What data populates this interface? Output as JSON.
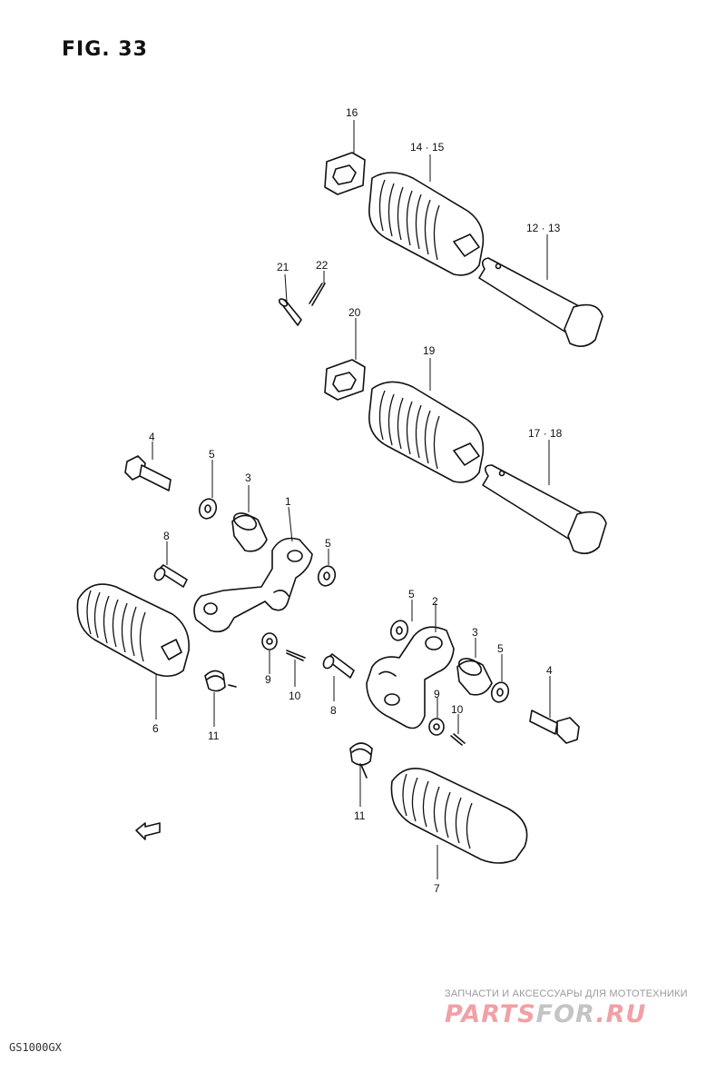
{
  "figure": {
    "title": "FIG. 33"
  },
  "callouts": {
    "c16": "16",
    "c14_15": "14 · 15",
    "c12_13": "12 · 13",
    "c21": "21",
    "c22": "22",
    "c20": "20",
    "c19": "19",
    "c17_18": "17 · 18",
    "c4a": "4",
    "c5a": "5",
    "c3a": "3",
    "c1": "1",
    "c8a": "8",
    "c5b": "5",
    "c9a": "9",
    "c10a": "10",
    "c6": "6",
    "c11a": "11",
    "c5c": "5",
    "c2": "2",
    "c3b": "3",
    "c5d": "5",
    "c4b": "4",
    "c8b": "8",
    "c9b": "9",
    "c10b": "10",
    "c11b": "11",
    "c7": "7"
  },
  "model_code": "GS1000GX",
  "watermark": {
    "tagline": "ЗАПЧАСТИ И АКСЕССУАРЫ ДЛЯ МОТОТЕХНИКИ",
    "logo_a": "PARTS",
    "logo_b": "FOR",
    "logo_c": ".RU"
  }
}
